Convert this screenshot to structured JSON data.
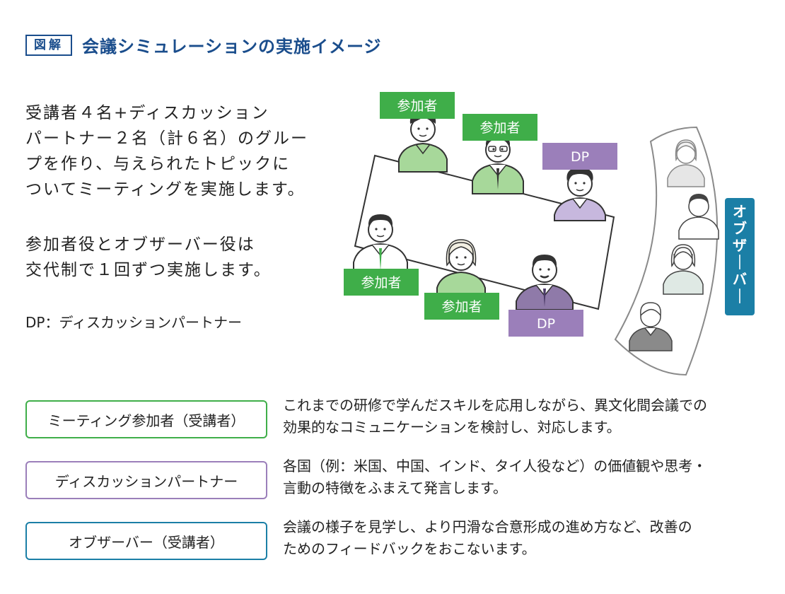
{
  "header": {
    "badge": "図解",
    "title": "会議シミュレーションの実施イメージ"
  },
  "description": {
    "p1": [
      "受講者４名+ディスカッション",
      "パートナー２名（計６名）のグルー",
      "プを作り、与えられたトピックに",
      "ついてミーティングを実施します。"
    ],
    "p2": [
      "参加者役とオブザーバー役は",
      "交代制で１回ずつ実施します。"
    ],
    "p3": "DP：ディスカッションパートナー"
  },
  "diagram": {
    "labels": {
      "participant_1": "参加者",
      "participant_2": "参加者",
      "dp_1": "DP",
      "participant_3": "参加者",
      "participant_4": "参加者",
      "dp_2": "DP"
    },
    "observer_label": "オブザーバー",
    "colors": {
      "participant": "#3fae49",
      "dp": "#9b7fba",
      "observer": "#1b7fa6"
    }
  },
  "roles": [
    {
      "label": "ミーティング参加者（受講者）",
      "color": "#3fae49",
      "desc": [
        "これまでの研修で学んだスキルを応用しながら、異文化間会議での",
        "効果的なコミュニケーションを検討し、対応します。"
      ]
    },
    {
      "label": "ディスカッションパートナー",
      "color": "#9b7fba",
      "desc": [
        "各国（例：米国、中国、インド、タイ人役など）の価値観や思考・",
        "言動の特徴をふまえて発言します。"
      ]
    },
    {
      "label": "オブザーバー（受講者）",
      "color": "#1b7fa6",
      "desc": [
        "会議の様子を見学し、より円滑な合意形成の進め方など、改善の",
        "ためのフィードバックをおこないます。"
      ]
    }
  ]
}
